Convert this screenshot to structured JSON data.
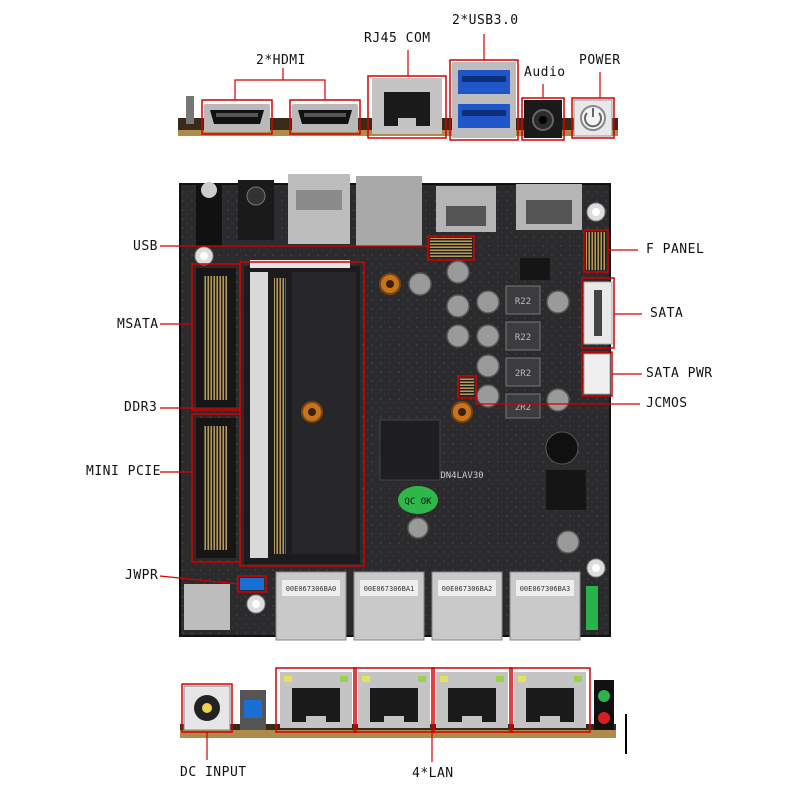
{
  "diagram": {
    "top_labels": {
      "hdmi": "2*HDMI",
      "rj45_com": "RJ45 COM",
      "usb30": "2*USB3.0",
      "audio": "Audio",
      "power": "POWER"
    },
    "left_labels": {
      "usb": "USB",
      "msata": "MSATA",
      "ddr3": "DDR3",
      "mini_pcie": "MINI PCIE",
      "jwpr": "JWPR"
    },
    "right_labels": {
      "f_panel": "F PANEL",
      "sata": "SATA",
      "sata_pwr": "SATA PWR",
      "jcmos": "JCMOS"
    },
    "bottom_labels": {
      "dc_input": "DC INPUT",
      "lan": "4*LAN"
    },
    "board_markings": {
      "model": "DN4LAV30",
      "qc_sticker": "QC OK",
      "inductor_1": "R22",
      "inductor_2": "R22",
      "inductor_3": "2R2",
      "inductor_4": "2R2",
      "lan_jack_1": "00E067306BA0",
      "lan_jack_2": "00E067306BA1",
      "lan_jack_3": "00E067306BA2",
      "lan_jack_4": "00E067306BA3"
    },
    "colors": {
      "callout": "#d40000",
      "pcb": "#2b2b2d",
      "pcb_edge": "#b08a4a",
      "port_metal": "#c9c9c9",
      "usb_blue": "#1f56c8",
      "led_green": "#2bb24c",
      "led_red": "#d81e1e",
      "standoff_copper": "#c8741a"
    }
  }
}
